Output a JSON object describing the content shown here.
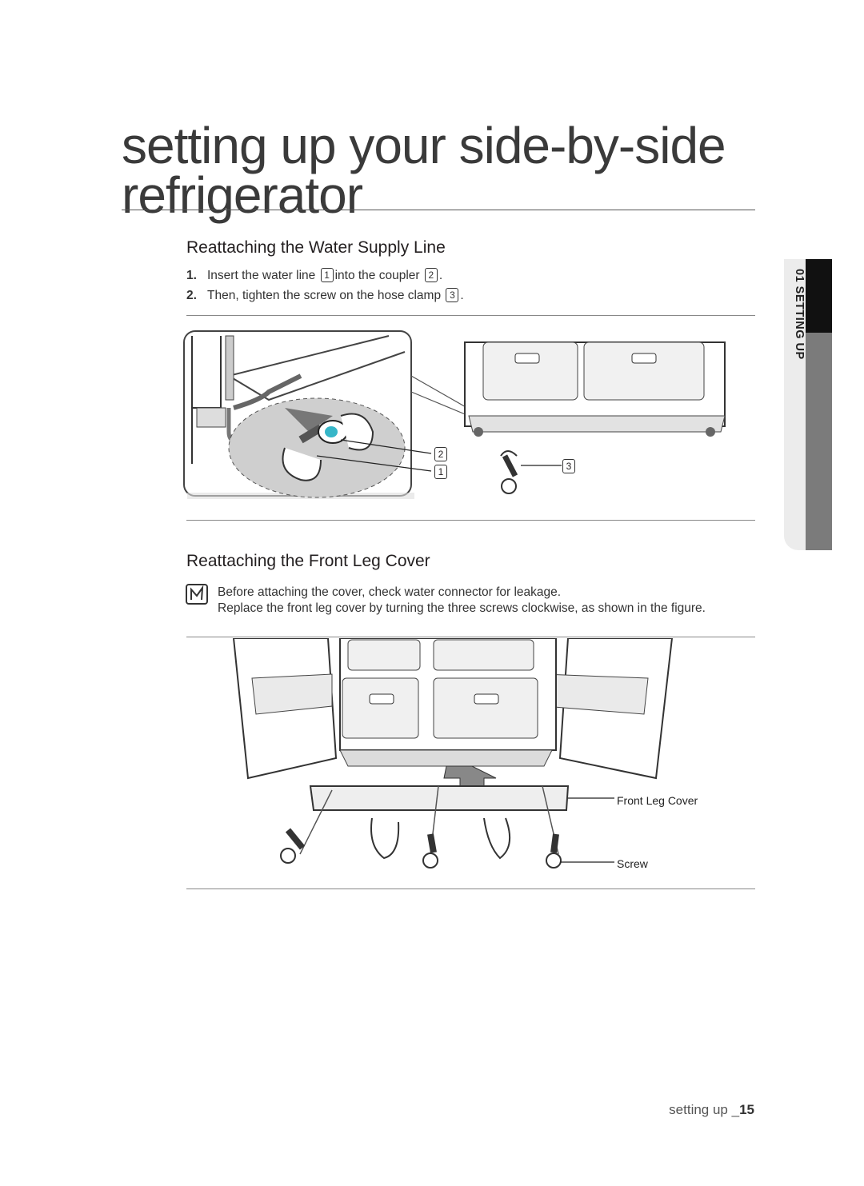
{
  "page": {
    "title_line1": "setting up your side-by-side",
    "title_line2": "refrigerator"
  },
  "side_tab": {
    "label": "01 SETTING UP"
  },
  "section1": {
    "heading": "Reattaching the Water Supply Line",
    "steps": [
      {
        "num": "1.",
        "text_a": "Insert the water line",
        "badge_a": "1",
        "text_b": "into the coupler",
        "badge_b": "2",
        "text_c": "."
      },
      {
        "num": "2.",
        "text_a": "Then, tighten the screw on the hose clamp",
        "badge_a": "3",
        "text_c": "."
      }
    ],
    "callouts": [
      "2",
      "1",
      "3"
    ]
  },
  "section2": {
    "heading": "Reattaching the Front Leg Cover",
    "note_icon": "note-icon",
    "note_line1": "Before attaching the cover, check water connector for leakage.",
    "note_line2": "Replace the front leg cover by turning the three screws clockwise, as shown in the figure.",
    "label_cover": "Front Leg Cover",
    "label_screw": "Screw"
  },
  "footer": {
    "prefix": "setting up _",
    "page_number": "15"
  }
}
